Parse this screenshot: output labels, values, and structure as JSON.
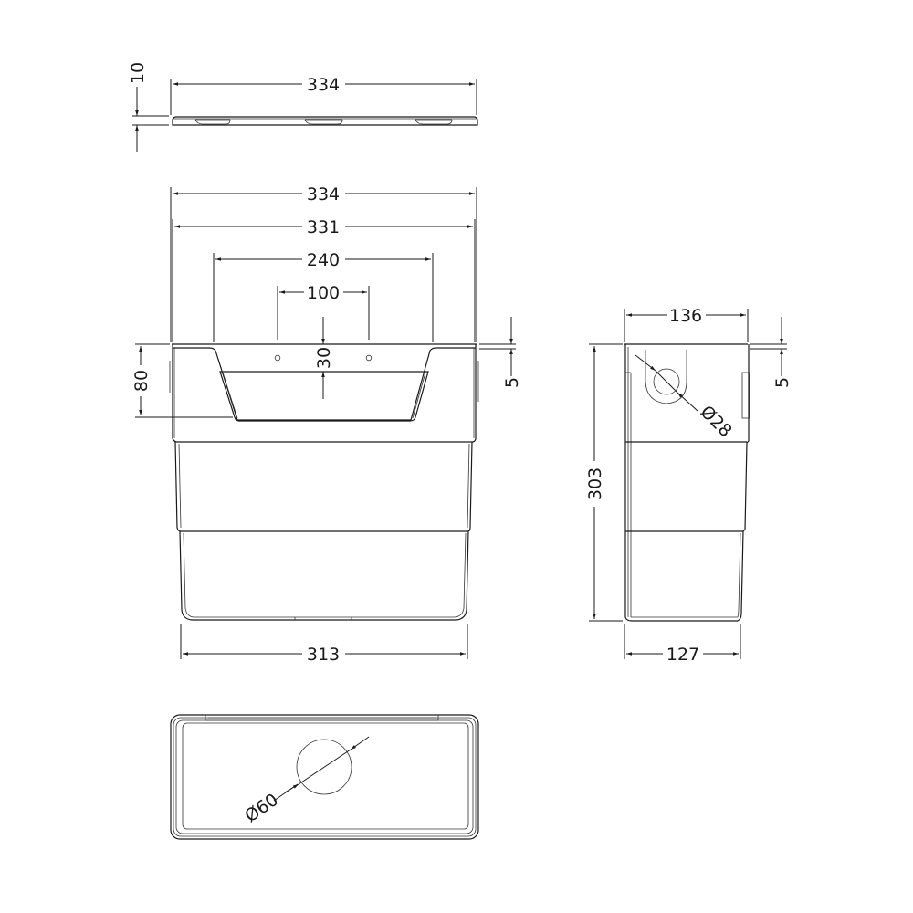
{
  "drawing": {
    "type": "technical-drawing",
    "views": {
      "lid_side": {
        "width_label": "334",
        "thickness_label": "10"
      },
      "front": {
        "overall_width_label": "334",
        "inner_width_label": "331",
        "opening_width_label": "240",
        "hole_spacing_label": "100",
        "hole_offset_label": "30",
        "opening_depth_label": "80",
        "rim_label": "5",
        "bottom_width_label": "313"
      },
      "side": {
        "top_depth_label": "136",
        "height_label": "303",
        "rim_label": "5",
        "pipe_diameter_label": "Ø28",
        "bottom_depth_label": "127"
      },
      "top": {
        "hole_diameter_label": "Ø60"
      }
    }
  }
}
